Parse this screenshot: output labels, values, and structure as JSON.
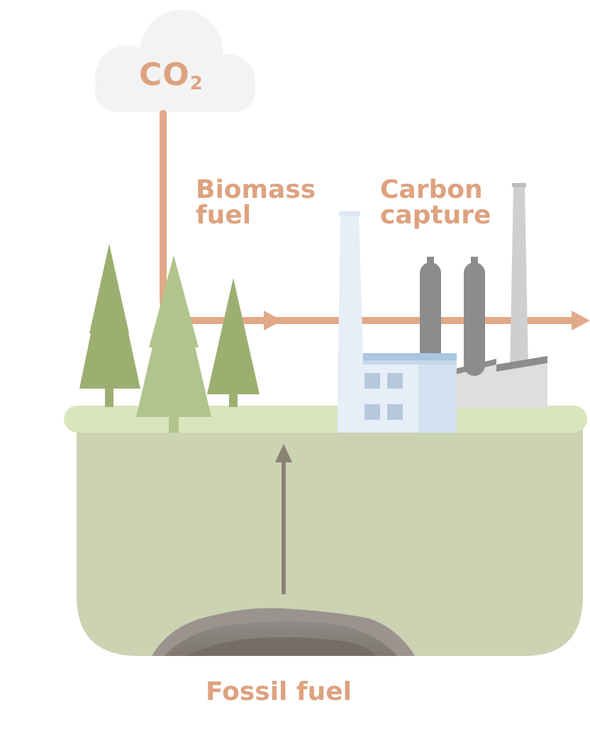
{
  "labels": {
    "co2_main": "CO",
    "co2_sub": "2",
    "biomass_line1": "Biomass",
    "biomass_line2": "fuel",
    "carbon_line1": "Carbon",
    "carbon_line2": "capture",
    "fossil": "Fossil fuel"
  },
  "colors": {
    "label_text": "#dda27f",
    "flow_line": "#e1a988",
    "cloud": "#f3f3f3",
    "ground_strip": "#dae5bd",
    "soil": "#cbd3b3",
    "tree_dark": "#9caf70",
    "tree_light": "#b1c48d",
    "factory_light": "#e6eef8",
    "factory_roof": "#a9c6e2",
    "factory_window": "#b6c8dc",
    "tank": "#8c8c8c",
    "stack_grey": "#cfcfcf",
    "fossil_arrow": "#8a8173",
    "fossil_deposit": "#8e8682"
  }
}
